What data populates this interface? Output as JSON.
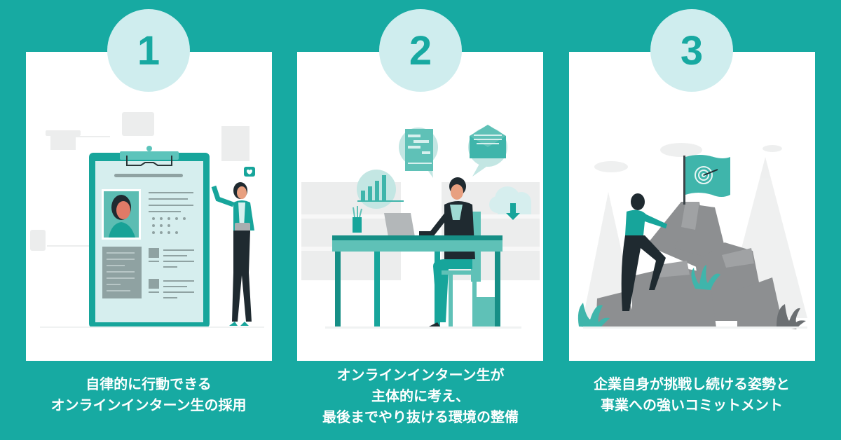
{
  "colors": {
    "background": "#17aaa2",
    "panel": "#ffffff",
    "badge_fill": "#cfedee",
    "badge_text": "#17a9a1",
    "accent": "#1aa89e",
    "caption_text": "#ffffff"
  },
  "steps": [
    {
      "number": "1",
      "illustration": "resume-clipboard-with-woman-waving",
      "caption_lines": [
        "自律的に行動できる",
        "オンラインインターン生の採用"
      ]
    },
    {
      "number": "2",
      "illustration": "man-working-on-laptop-at-desk",
      "caption_lines": [
        "オンラインインターン生が",
        "主体的に考え、",
        "最後までやり抜ける環境の整備"
      ]
    },
    {
      "number": "3",
      "illustration": "woman-climbing-mountain-to-flag",
      "caption_lines": [
        "企業自身が挑戦し続ける姿勢と",
        "事業への強いコミットメント"
      ]
    }
  ]
}
